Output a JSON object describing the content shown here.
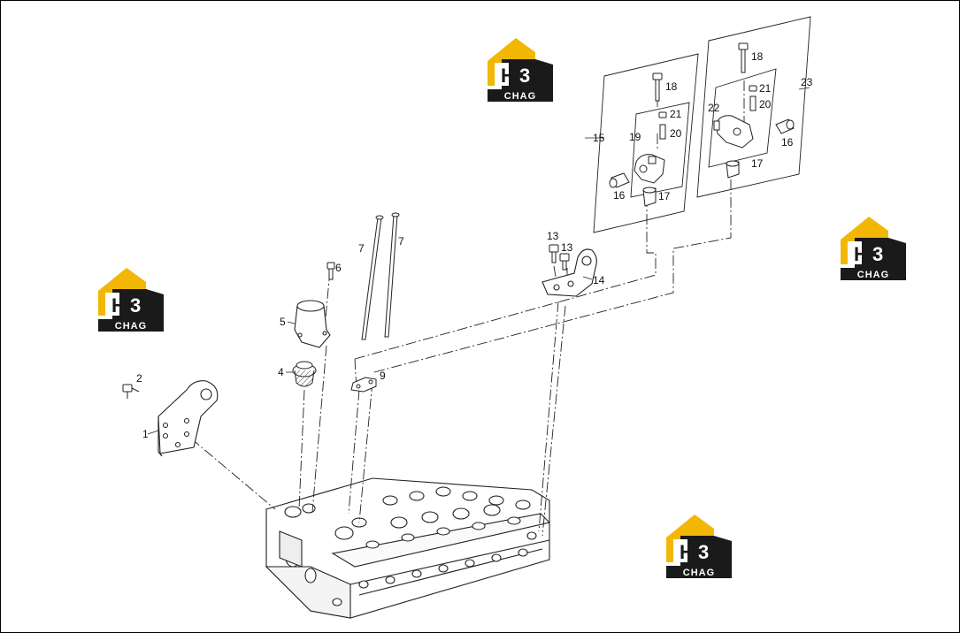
{
  "brand": {
    "name": "CHAG",
    "mark": "H3",
    "colors": {
      "house": "#f2b705",
      "dark": "#1a1a1a",
      "text": "#ffffff"
    }
  },
  "callouts": {
    "c1": "1",
    "c2": "2",
    "c4": "4",
    "c5": "5",
    "c6": "6",
    "c7a": "7",
    "c7b": "7",
    "c9": "9",
    "c13a": "13",
    "c13b": "13",
    "c14": "14",
    "c15": "15",
    "c16a": "16",
    "c16b": "16",
    "c17a": "17",
    "c17b": "17",
    "c18a": "18",
    "c18b": "18",
    "c19": "19",
    "c20a": "20",
    "c20b": "20",
    "c21a": "21",
    "c21b": "21",
    "c22": "22",
    "c23": "23"
  }
}
